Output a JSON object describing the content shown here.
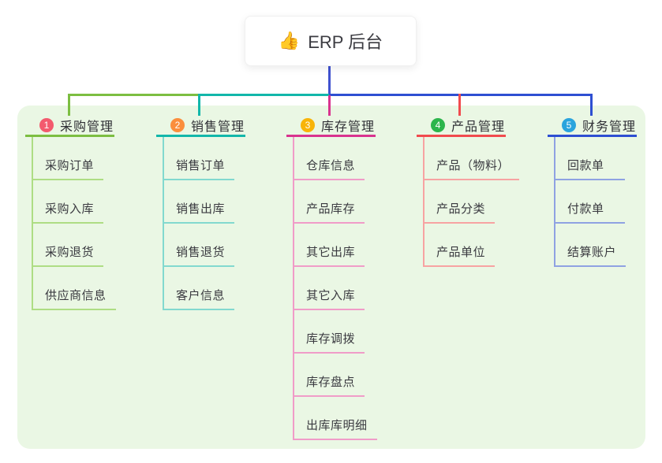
{
  "root": {
    "icon": "👍",
    "label": "ERP 后台"
  },
  "colors": {
    "canvas_bg": "#ffffff",
    "panel_bg": "#eaf7e4",
    "stem": "#4052cf",
    "heading_text": "#2f2f35",
    "child_text": "#3a3a40"
  },
  "branches": [
    {
      "badge": "1",
      "badge_color": "#f35a6e",
      "line_color": "#7cbe41",
      "light_color": "#aedd84",
      "title": "采购管理",
      "children": [
        "采购订单",
        "采购入库",
        "采购退货",
        "供应商信息"
      ]
    },
    {
      "badge": "2",
      "badge_color": "#fb8e3d",
      "line_color": "#12b7aa",
      "light_color": "#82d9cf",
      "title": "销售管理",
      "children": [
        "销售订单",
        "销售出库",
        "销售退货",
        "客户信息"
      ]
    },
    {
      "badge": "3",
      "badge_color": "#d9338f",
      "line_color": "#d9338f",
      "light_color": "#f09cc8",
      "badge_color_actual": "#f8b409",
      "title": "库存管理",
      "children": [
        "仓库信息",
        "产品库存",
        "其它出库",
        "其它入库",
        "库存调拨",
        "库存盘点",
        "出库库明细"
      ]
    },
    {
      "badge": "4",
      "badge_color": "#2cb54c",
      "line_color": "#f14b4e",
      "light_color": "#f7a3a2",
      "title": "产品管理",
      "children": [
        "产品（物料）",
        "产品分类",
        "产品单位"
      ]
    },
    {
      "badge": "5",
      "badge_color": "#2aa4dd",
      "line_color": "#2e4fd2",
      "light_color": "#8fa2e2",
      "title": "财务管理",
      "children": [
        "回款单",
        "付款单",
        "结算账户"
      ]
    }
  ]
}
